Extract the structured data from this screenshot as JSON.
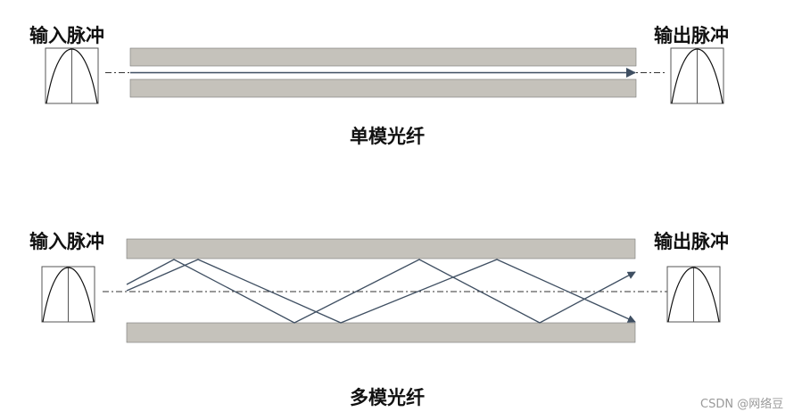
{
  "single_mode": {
    "input_label": "输入脉冲",
    "output_label": "输出脉冲",
    "caption": "单模光纤"
  },
  "multi_mode": {
    "input_label": "输入脉冲",
    "output_label": "输出脉冲",
    "caption": "多模光纤"
  },
  "watermark": "CSDN @网络豆",
  "colors": {
    "cladding": "#c5c2bb",
    "ray": "#3f4f62",
    "pulse_box": "#555555",
    "axis": "#333333"
  }
}
